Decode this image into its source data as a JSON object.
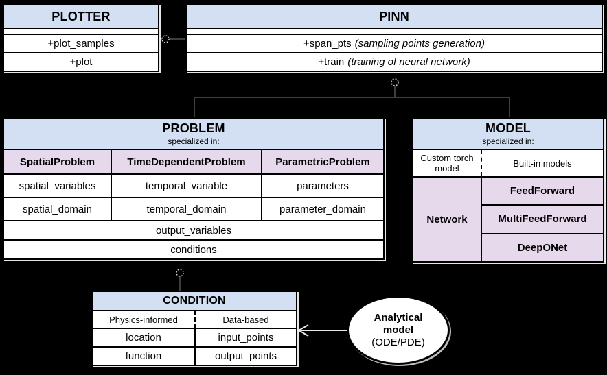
{
  "colors": {
    "background": "#000000",
    "header_blue": "#d3e0f4",
    "lavender": "#e7d9ec",
    "cell_white": "#ffffff",
    "border_black": "#000000",
    "connector_dark": "#3d3d3d",
    "arrow_light": "#e8e8e8"
  },
  "plotter": {
    "title": "PLOTTER",
    "methods": [
      "+plot_samples",
      "+plot"
    ]
  },
  "pinn": {
    "title": "PINN",
    "methods": [
      {
        "name": "+span_pts",
        "note": "(sampling points generation)"
      },
      {
        "name": "+train",
        "note": "(training of neural network)"
      }
    ]
  },
  "problem": {
    "title": "PROBLEM",
    "subtitle": "specialized in:",
    "columns": [
      {
        "header": "SpatialProblem",
        "rows": [
          "spatial_variables",
          "spatial_domain"
        ]
      },
      {
        "header": "TimeDependentProblem",
        "rows": [
          "temporal_variable",
          "temporal_domain"
        ]
      },
      {
        "header": "ParametricProblem",
        "rows": [
          "parameters",
          "parameter_domain"
        ]
      }
    ],
    "shared_rows": [
      "output_variables",
      "conditions"
    ]
  },
  "model": {
    "title": "MODEL",
    "subtitle": "specialized in:",
    "split_left": "Custom torch model",
    "split_right": "Built-in models",
    "base_cell": "Network",
    "builtin_cells": [
      "FeedForward",
      "MultiFeedForward",
      "DeepONet"
    ]
  },
  "condition": {
    "title": "CONDITION",
    "split_left": "Physics-informed",
    "split_right": "Data-based",
    "physics_rows": [
      "location",
      "function"
    ],
    "data_rows": [
      "input_points",
      "output_points"
    ]
  },
  "analytical_model": {
    "line1": "Analytical",
    "line2": "model",
    "line3": "(ODE/PDE)"
  },
  "icons": {
    "anchor_circle": "dashed-circle-anchor",
    "arrowhead": "open-arrowhead-left"
  }
}
